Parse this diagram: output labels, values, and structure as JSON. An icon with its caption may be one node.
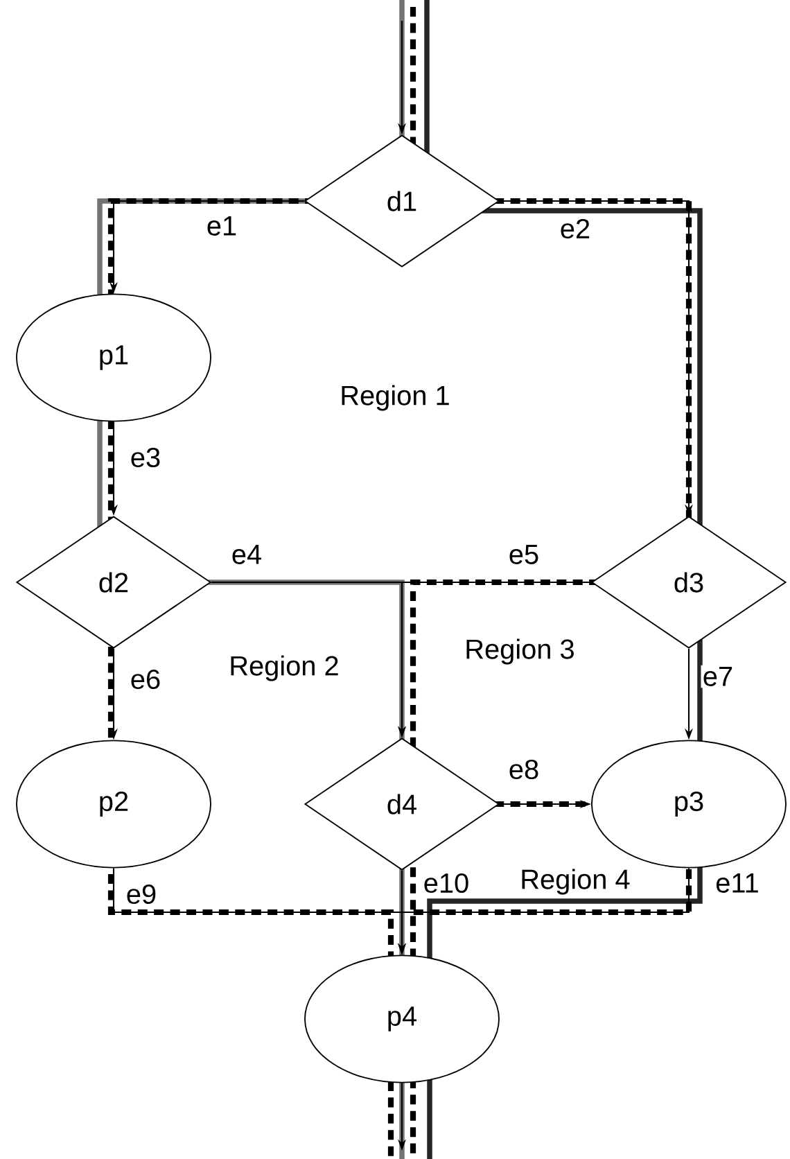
{
  "diagram": {
    "nodes": [
      {
        "text": [
          "d1"
        ]
      },
      {
        "text": [
          "p1"
        ]
      },
      {
        "text": [
          "d2"
        ]
      },
      {
        "text": [
          "d3"
        ]
      },
      {
        "text": [
          "p2"
        ]
      },
      {
        "text": [
          "d4"
        ]
      },
      {
        "text": [
          "p3"
        ]
      },
      {
        "text": [
          "p4"
        ]
      }
    ],
    "edges": [
      {
        "from": null,
        "to": 0,
        "arrow": "to"
      },
      {
        "from": 0,
        "to": 1,
        "arrow": "to",
        "label": "e1"
      },
      {
        "from": 0,
        "to": 3,
        "arrow": "to",
        "label": "e2"
      },
      {
        "from": 1,
        "to": 2,
        "arrow": "to",
        "label": "e3"
      },
      {
        "from": 2,
        "to": 5,
        "arrow": "to",
        "label": "e4"
      },
      {
        "from": 3,
        "to": 5,
        "arrow": "to",
        "label": "e5"
      },
      {
        "from": 2,
        "to": 4,
        "arrow": "to",
        "label": "e6"
      },
      {
        "from": 3,
        "to": 6,
        "arrow": "to",
        "label": "e7"
      },
      {
        "from": 5,
        "to": 6,
        "arrow": "to",
        "label": "e8"
      },
      {
        "from": 4,
        "to": 7,
        "arrow": "to",
        "label": "e9"
      },
      {
        "from": 5,
        "to": 7,
        "arrow": "to",
        "label": "e10"
      },
      {
        "from": 6,
        "to": 7,
        "arrow": "to",
        "label": "e11"
      },
      {
        "from": 7,
        "to": null,
        "arrow": "to"
      }
    ],
    "labels": [
      "Region 1",
      "Region 2",
      "Region 3",
      "Region 4"
    ]
  }
}
